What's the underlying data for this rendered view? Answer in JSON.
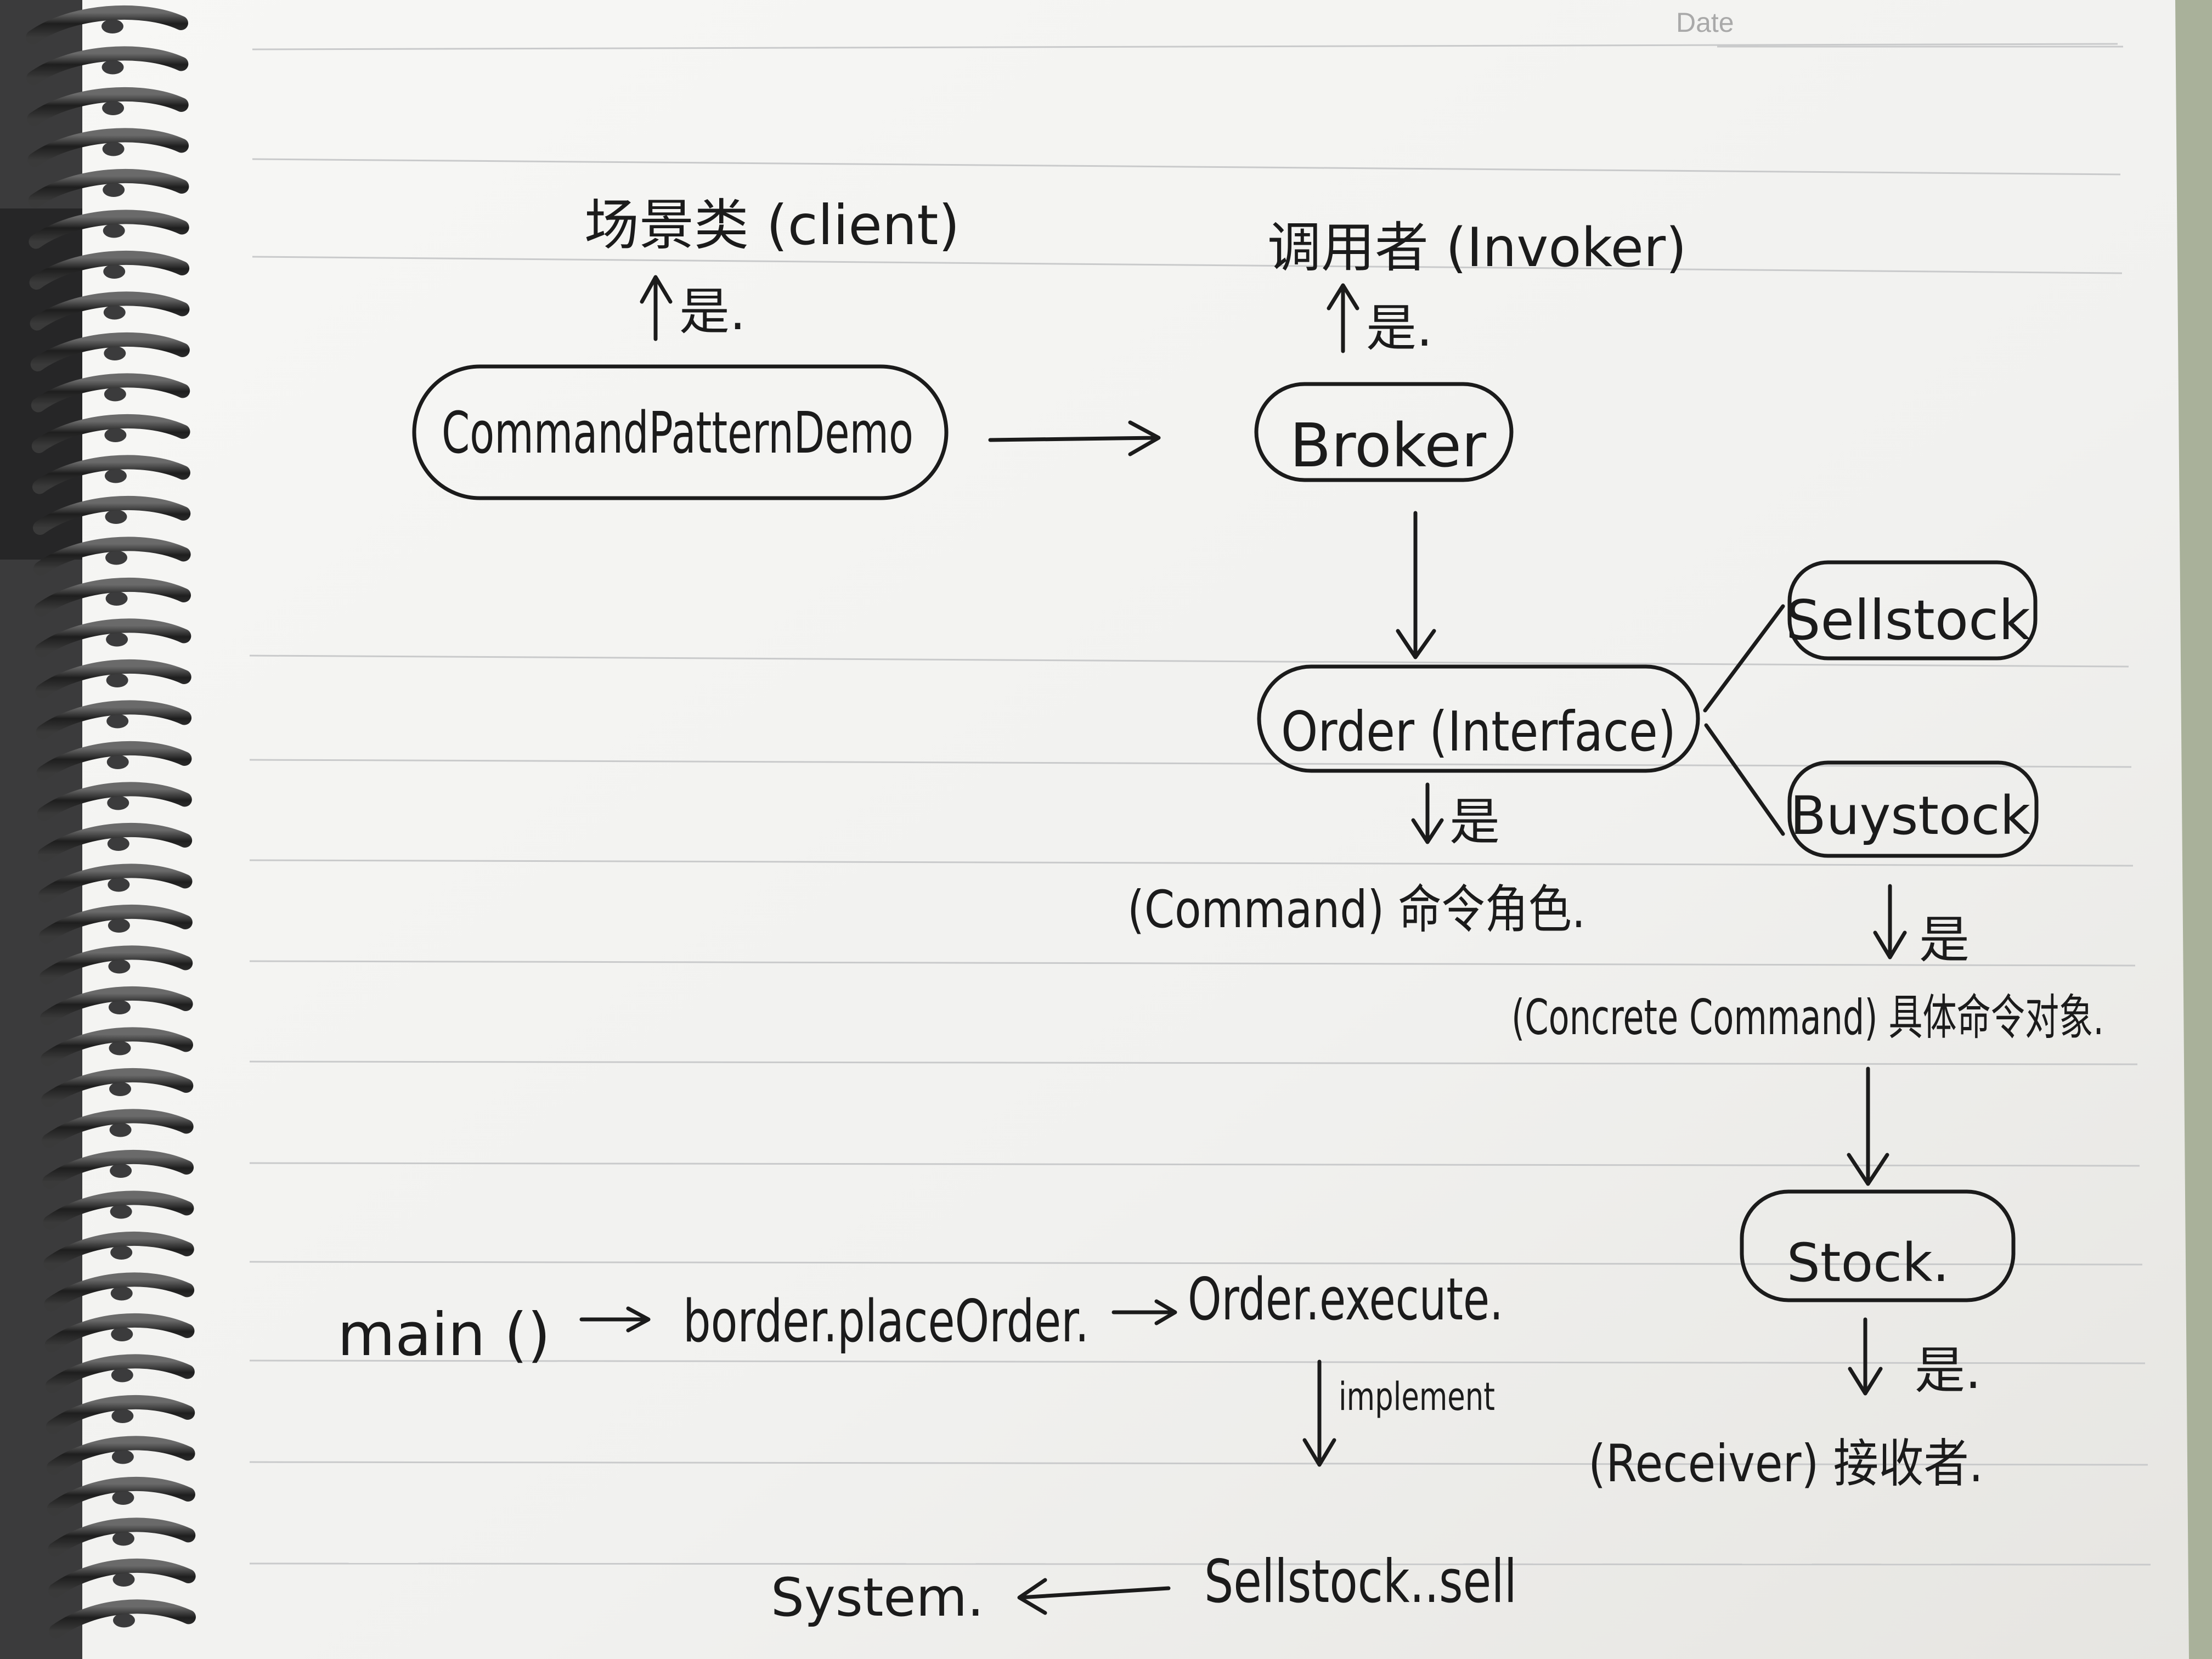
{
  "header": {
    "date_label": "Date"
  },
  "nodes": {
    "demo": "CommandPatternDemo",
    "broker": "Broker",
    "order": "Order (Interface)",
    "sellstock": "Sellstock",
    "buystock": "Buystock",
    "stock": "Stock."
  },
  "annotations": {
    "client_role": "场景类 (client)",
    "client_is": "是.",
    "invoker_role": "调用者 (Invoker)",
    "invoker_is": "是.",
    "command_is": "是",
    "command_role": "(Command) 命令角色.",
    "concrete_is": "是",
    "concrete_role": "(Concrete Command) 具体命令对象.",
    "receiver_is": "是.",
    "receiver_role": "(Receiver) 接收者."
  },
  "flow": {
    "main": "main ()",
    "place_order": "border.placeOrder.",
    "execute": "Order.execute.",
    "implement": "implement",
    "sell": "Sellstock..sell",
    "system": "System."
  },
  "colors": {
    "ink": "#1b1b1b",
    "paper": "#f4f4f2",
    "rule_line": "#c9cacb",
    "spiral": "#2a2a2a"
  }
}
